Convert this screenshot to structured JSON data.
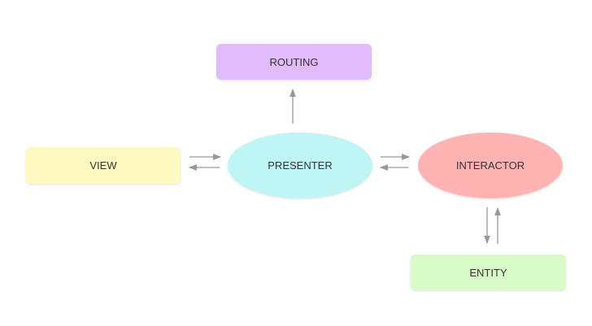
{
  "nodes": {
    "routing": {
      "label": "ROUTING",
      "color": "#e0bcfc"
    },
    "view": {
      "label": "VIEW",
      "color": "#fff9c2"
    },
    "presenter": {
      "label": "PRESENTER",
      "color": "#bff5f5"
    },
    "interactor": {
      "label": "INTERACTOR",
      "color": "#ffb3b3"
    },
    "entity": {
      "label": "ENTITY",
      "color": "#d8fbc8"
    }
  },
  "arrow_color": "#999999"
}
